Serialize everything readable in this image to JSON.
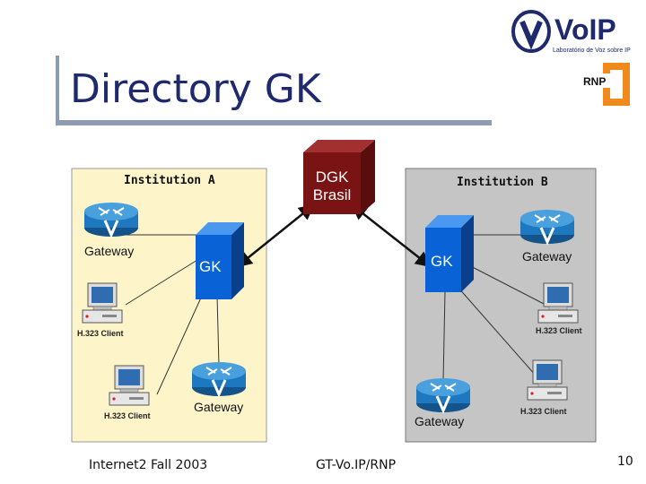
{
  "slide": {
    "title": "Directory GK",
    "page_number": "10"
  },
  "diagram": {
    "institution_a": "Institution A",
    "institution_b": "Institution B",
    "dgk_label": "DGK\nBrasil",
    "gk_a": "GK",
    "gk_b": "GK",
    "gateway_a_top": "Gateway",
    "gateway_a_bottom": "Gateway",
    "gateway_b_top": "Gateway",
    "gateway_b_bottom": "Gateway",
    "client_a_1": "H.323 Client",
    "client_a_2": "H.323 Client",
    "client_b_1": "H.323 Client",
    "client_b_2": "H.323 Client"
  },
  "footer": {
    "left": "Internet2 Fall 2003",
    "center": "GT-Vo.IP/RNP"
  },
  "logos": {
    "voip_text": "VoIP",
    "voip_subtitle": "Laboratório de Voz sobre IP",
    "rnp_text": "RNP"
  },
  "colors": {
    "title": "#1f2a6e",
    "institution_a_bg": "#fdf5c9",
    "institution_b_bg": "#c5c5c5",
    "gk_blue": "#0a63d6",
    "dgk_red": "#7a1414",
    "router_blue": "#1e78bf",
    "rnp_orange": "#f08a1c"
  }
}
